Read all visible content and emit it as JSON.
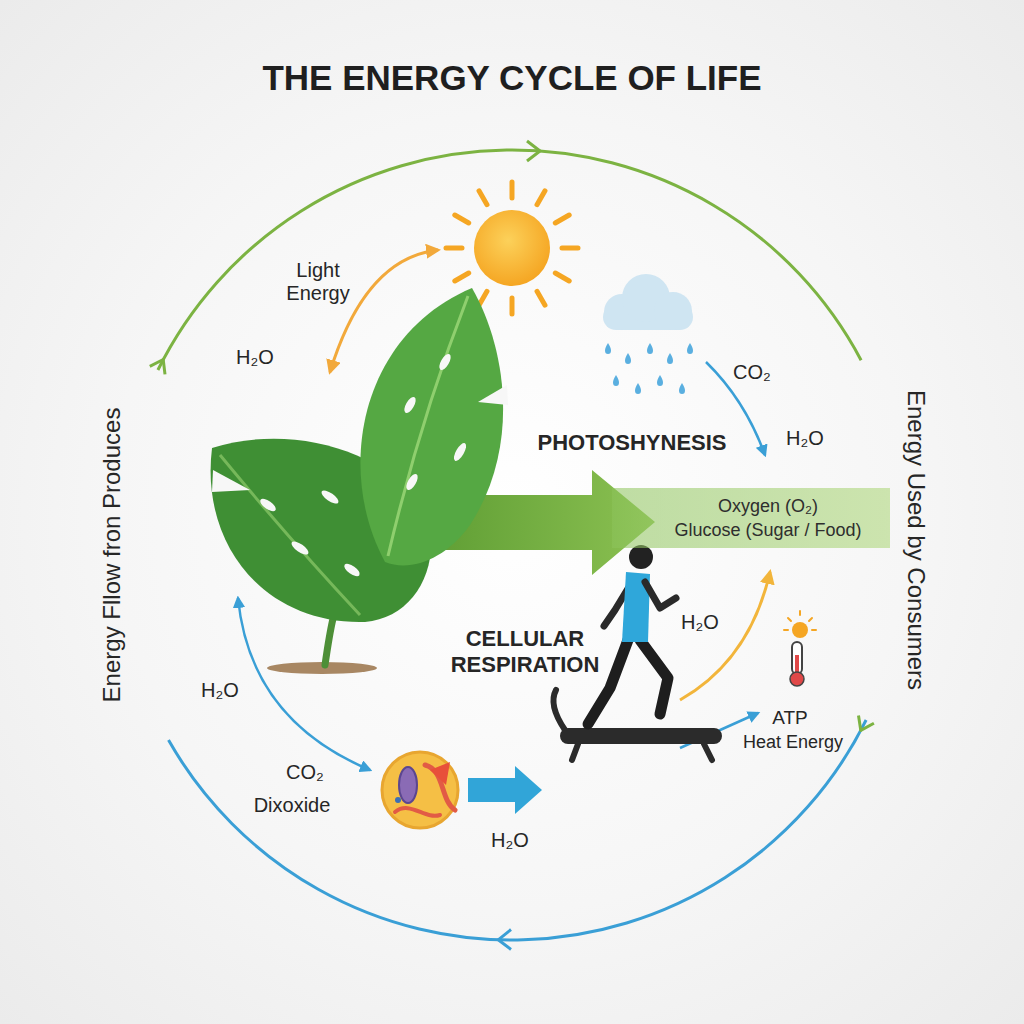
{
  "diagram": {
    "title": "THE ENERGY CYCLE OF LIFE",
    "nodes": [
      {
        "text": [
          "Oxygen (O₂)",
          "Glucose (Sugar / Food)"
        ]
      }
    ],
    "labels": [
      "Light Energy",
      "H₂O",
      "CO₂",
      "Energy Fllow fron Produces",
      "Energy Used by Consumers",
      "PHOTOSHYNESIS",
      "H₂O",
      "CELLULAR RESPIRATION",
      "H₂O",
      "H₂O",
      "ATP",
      "Heat Energy",
      "CO₂",
      "Dixoxide",
      "H₂O"
    ]
  }
}
